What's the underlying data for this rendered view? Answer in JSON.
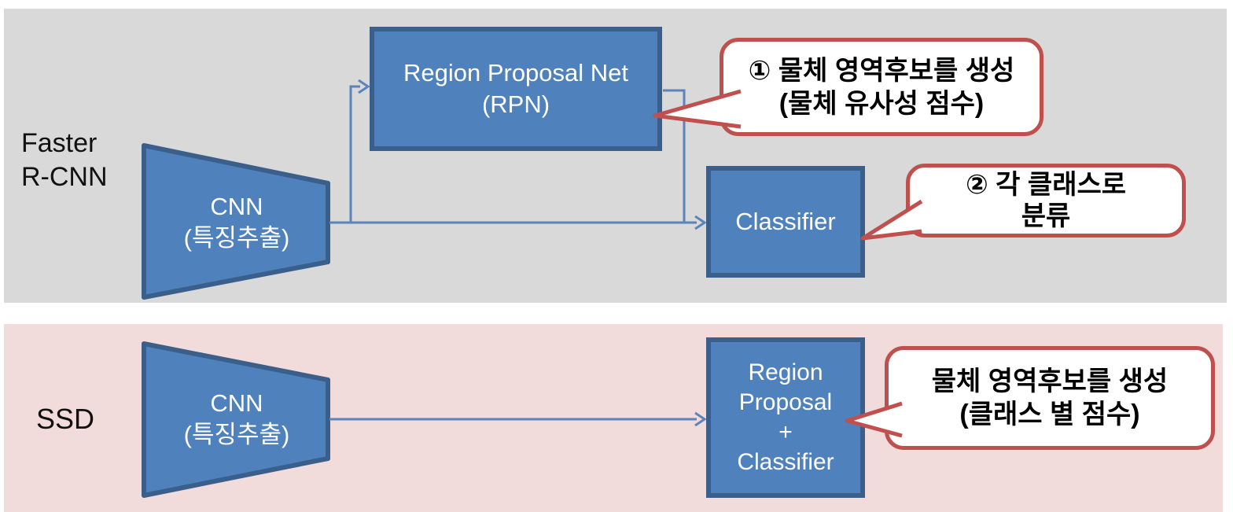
{
  "colors": {
    "panel_top_bg": "#d9d9d9",
    "panel_bottom_bg": "#f2dcdb",
    "node_fill": "#4f81bd",
    "node_border": "#3a5f8b",
    "node_text": "#ffffff",
    "connector": "#5b84ba",
    "callout_border": "#c0504d",
    "callout_bg": "#ffffff",
    "label_text": "#111111"
  },
  "faster_rcnn": {
    "section_label_lines": {
      "0": "Faster",
      "1": "R-CNN"
    },
    "cnn_node": {
      "title": "CNN",
      "subtitle": "(특징추출)"
    },
    "rpn_node": {
      "title": "Region Proposal Net",
      "subtitle": "(RPN)"
    },
    "classifier_node": {
      "title": "Classifier"
    },
    "callout_rpn": {
      "line1": "① 물체 영역후보를 생성",
      "line2": "(물체 유사성 점수)"
    },
    "callout_classifier": {
      "line1": "② 각 클래스로",
      "line2": "분류"
    }
  },
  "ssd": {
    "section_label": "SSD",
    "cnn_node": {
      "title": "CNN",
      "subtitle": "(특징추출)"
    },
    "rpc_node": {
      "line1": "Region",
      "line2": "Proposal",
      "line3": "+",
      "line4": "Classifier"
    },
    "callout_rpc": {
      "line1": "물체 영역후보를 생성",
      "line2": "(클래스 별 점수)"
    }
  }
}
